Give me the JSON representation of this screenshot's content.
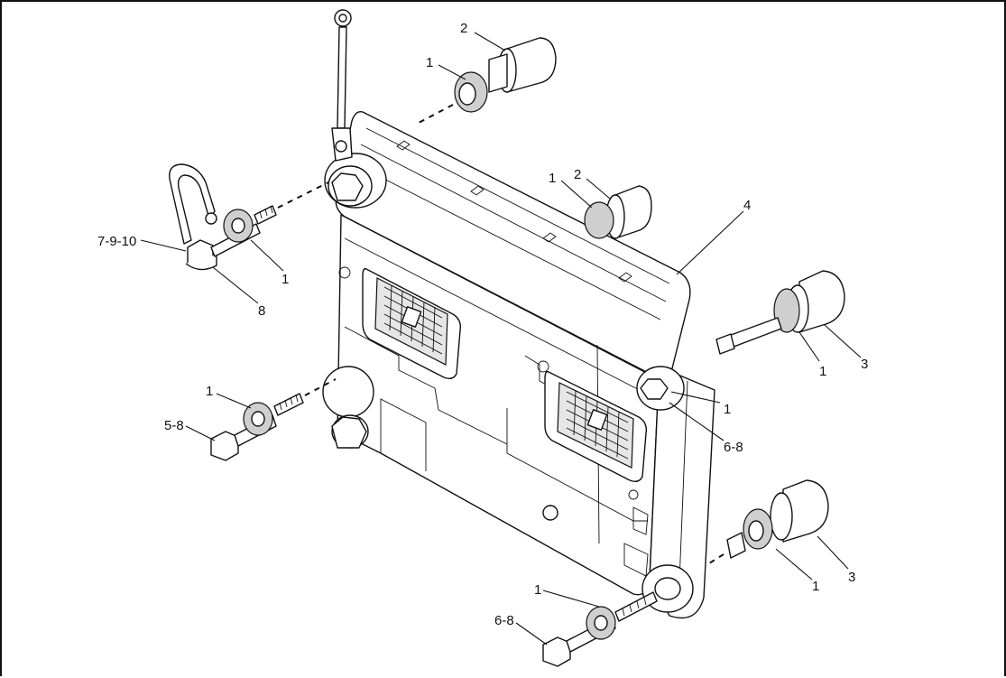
{
  "callouts": [
    {
      "id": "c1",
      "text": "2"
    },
    {
      "id": "c2",
      "text": "1"
    },
    {
      "id": "c3",
      "text": "1"
    },
    {
      "id": "c4",
      "text": "2"
    },
    {
      "id": "c5",
      "text": "4"
    },
    {
      "id": "c6",
      "text": "7-9-10"
    },
    {
      "id": "c7",
      "text": "1"
    },
    {
      "id": "c8",
      "text": "8"
    },
    {
      "id": "c9",
      "text": "1"
    },
    {
      "id": "c10",
      "text": "3"
    },
    {
      "id": "c11",
      "text": "1"
    },
    {
      "id": "c12",
      "text": "6-8"
    },
    {
      "id": "c13",
      "text": "1"
    },
    {
      "id": "c14",
      "text": "5-8"
    },
    {
      "id": "c15",
      "text": "3"
    },
    {
      "id": "c16",
      "text": "1"
    },
    {
      "id": "c17",
      "text": "1"
    },
    {
      "id": "c18",
      "text": "6-8"
    }
  ]
}
